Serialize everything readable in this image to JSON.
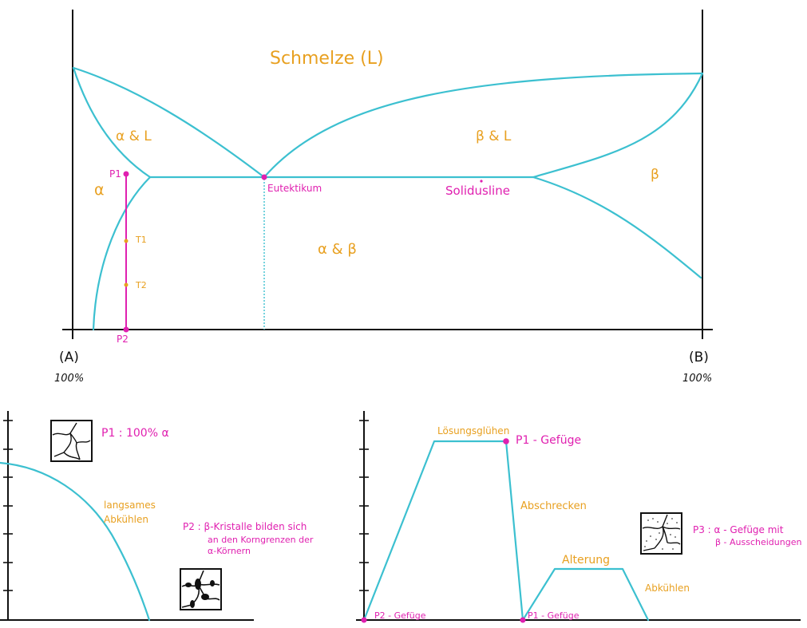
{
  "phase_diagram": {
    "region_labels": {
      "melt": "Schmelze (L)",
      "alpha_liquid": "α & L",
      "beta_liquid": "β & L",
      "alpha": "α",
      "beta": "β",
      "alpha_beta": "α & β"
    },
    "annotations": {
      "eutectic": "Eutektikum",
      "solidus": "Solidusline",
      "p1": "P1",
      "p2": "P2",
      "t1": "T1",
      "t2": "T2"
    },
    "axis": {
      "left_component": "(A)",
      "right_component": "(B)",
      "left_percent": "100%",
      "right_percent": "100%"
    }
  },
  "cooling_chart": {
    "p1_label": "P1 : 100% α",
    "curve_label_1": "langsames",
    "curve_label_2": "Abkühlen",
    "p2_line1": "P2 : β-Kristalle bilden sich",
    "p2_line2": "an den Korngrenzen der",
    "p2_line3": "α-Körnern",
    "y_ticks": 7
  },
  "heat_treatment_chart": {
    "solution_annealing": "Lösungsglühen",
    "p1_structure": "P1 - Gefüge",
    "quenching": "Abschrecken",
    "aging": "Alterung",
    "cooling": "Abkühlen",
    "p2_structure": "P2 - Gefüge",
    "p1_structure_low": "P1 - Gefüge",
    "p3_line1": "P3 : α - Gefüge mit",
    "p3_line2": "β - Ausscheidungen",
    "y_ticks": 7,
    "colors": {
      "curve": "#3CC0D0",
      "marker": "#E020B0",
      "label": "#E8A020"
    }
  }
}
